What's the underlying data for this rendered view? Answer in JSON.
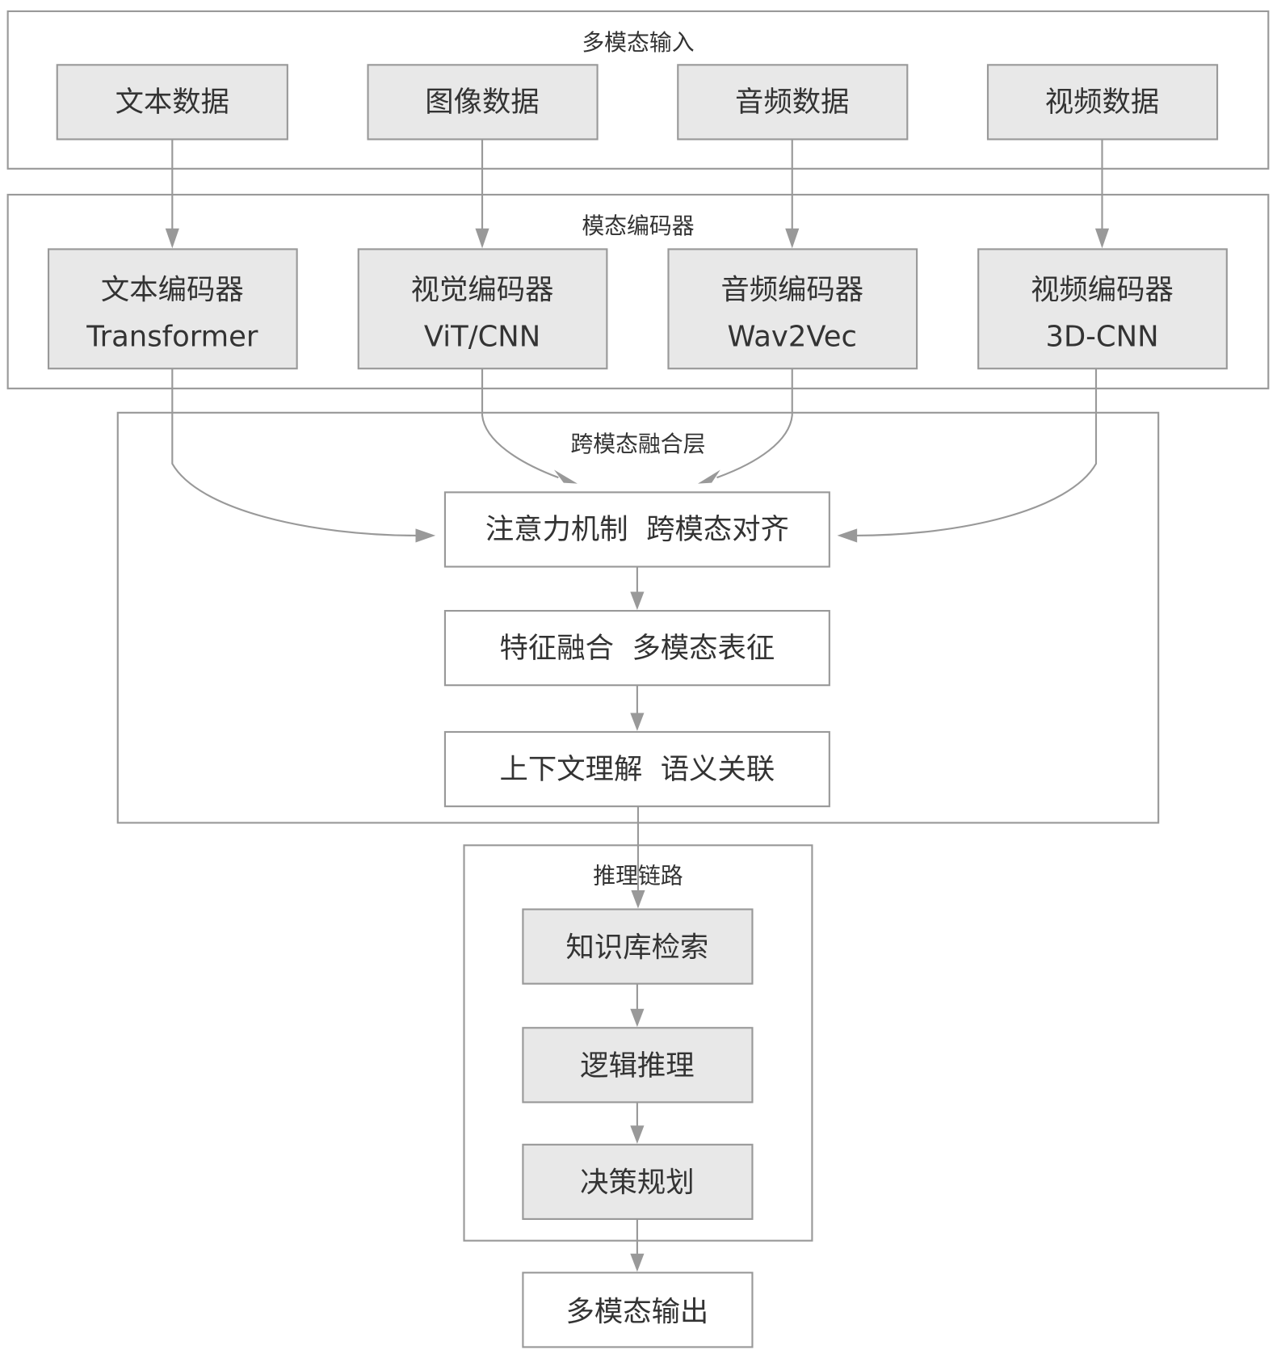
{
  "colors": {
    "frame_stroke": "#999999",
    "node_gray_fill": "#e8e8e8",
    "node_white_fill": "#ffffff",
    "text": "#333333",
    "edge": "#999999"
  },
  "groups": {
    "input": {
      "label": "多模态输入"
    },
    "encoders": {
      "label": "模态编码器"
    },
    "fusion": {
      "label": "跨模态融合层"
    },
    "reasoning": {
      "label": "推理链路"
    }
  },
  "nodes": {
    "text_data": {
      "lines": [
        "文本数据"
      ]
    },
    "image_data": {
      "lines": [
        "图像数据"
      ]
    },
    "audio_data": {
      "lines": [
        "音频数据"
      ]
    },
    "video_data": {
      "lines": [
        "视频数据"
      ]
    },
    "text_encoder": {
      "lines": [
        "文本编码器",
        "Transformer"
      ]
    },
    "visual_encoder": {
      "lines": [
        "视觉编码器",
        "ViT/CNN"
      ]
    },
    "audio_encoder": {
      "lines": [
        "音频编码器",
        "Wav2Vec"
      ]
    },
    "video_encoder": {
      "lines": [
        "视频编码器",
        "3D-CNN"
      ]
    },
    "attention": {
      "lines": [
        "注意力机制  跨模态对齐"
      ]
    },
    "feature_fusion": {
      "lines": [
        "特征融合  多模态表征"
      ]
    },
    "context": {
      "lines": [
        "上下文理解  语义关联"
      ]
    },
    "kb_retrieval": {
      "lines": [
        "知识库检索"
      ]
    },
    "logic_reasoning": {
      "lines": [
        "逻辑推理"
      ]
    },
    "decision_planning": {
      "lines": [
        "决策规划"
      ]
    },
    "output": {
      "lines": [
        "多模态输出"
      ]
    }
  },
  "edges": [
    {
      "from": "text_data",
      "to": "text_encoder"
    },
    {
      "from": "image_data",
      "to": "visual_encoder"
    },
    {
      "from": "audio_data",
      "to": "audio_encoder"
    },
    {
      "from": "video_data",
      "to": "video_encoder"
    },
    {
      "from": "text_encoder",
      "to": "attention"
    },
    {
      "from": "visual_encoder",
      "to": "attention"
    },
    {
      "from": "audio_encoder",
      "to": "attention"
    },
    {
      "from": "video_encoder",
      "to": "attention"
    },
    {
      "from": "attention",
      "to": "feature_fusion"
    },
    {
      "from": "feature_fusion",
      "to": "context"
    },
    {
      "from": "context",
      "to": "kb_retrieval"
    },
    {
      "from": "kb_retrieval",
      "to": "logic_reasoning"
    },
    {
      "from": "logic_reasoning",
      "to": "decision_planning"
    },
    {
      "from": "decision_planning",
      "to": "output"
    }
  ]
}
